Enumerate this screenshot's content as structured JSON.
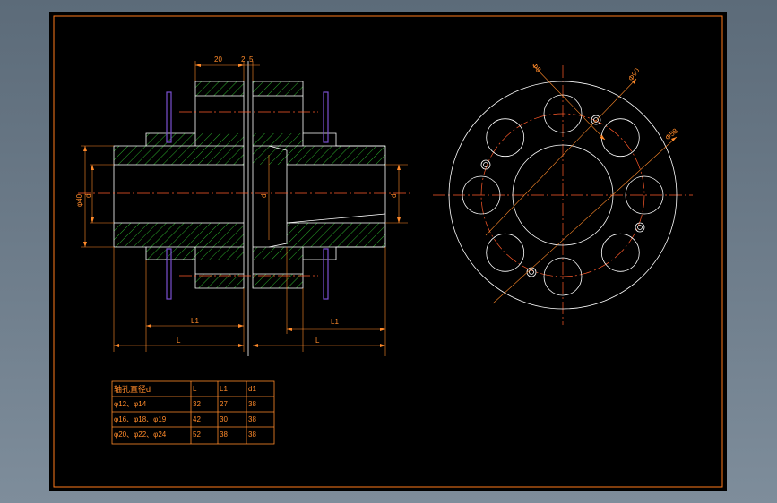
{
  "colors": {
    "outline": "#ffffff",
    "dimension": "#ff8a2a",
    "hatch": "#2fbf2f",
    "bolt": "#7a4fd0",
    "frame": "#ff7a1a"
  },
  "section_view": {
    "dim_top_20": "20",
    "dim_top_2": "2",
    "dim_top_5": "5",
    "dim_left_dia40": "φ40",
    "dim_left_d": "d",
    "dim_center_d": "d",
    "dim_right_d": "d",
    "dim_L1_left": "L1",
    "dim_L1_right": "L1",
    "dim_L_left": "L",
    "dim_L_right": "L"
  },
  "end_view": {
    "dim_d5": "Φ5",
    "dim_d90": "Φ90",
    "dim_d58": "Φ58"
  },
  "spec_table": {
    "headers": [
      "轴孔直径d",
      "L",
      "L1",
      "d1"
    ],
    "rows": [
      [
        "φ12、φ14",
        "32",
        "27",
        "38"
      ],
      [
        "φ16、φ18、φ19",
        "42",
        "30",
        "38"
      ],
      [
        "φ20、φ22、φ24",
        "52",
        "38",
        "38"
      ]
    ]
  }
}
